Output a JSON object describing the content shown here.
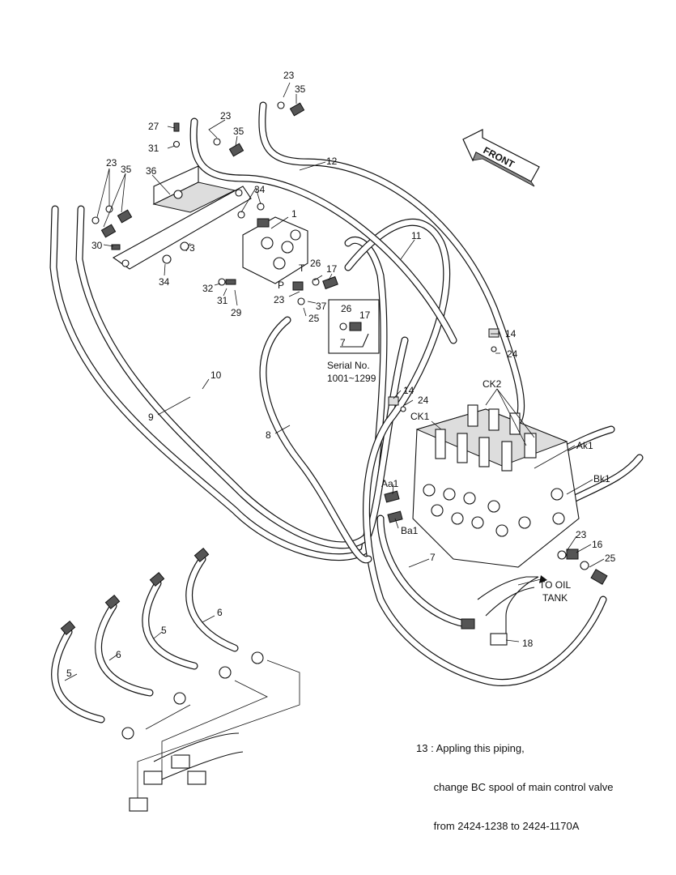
{
  "direction_arrow": {
    "label": "FRONT"
  },
  "callouts": {
    "p1": "1",
    "p3": "3",
    "p5a": "5",
    "p5b": "5",
    "p6a": "6",
    "p6b": "6",
    "p7a": "7",
    "p7b": "7",
    "p8": "8",
    "p9": "9",
    "p10": "10",
    "p11": "11",
    "p12": "12",
    "p14a": "14",
    "p14b": "14",
    "p16": "16",
    "p17a": "17",
    "p17b": "17",
    "p18": "18",
    "p23a": "23",
    "p23b": "23",
    "p23c": "23",
    "p23d": "23",
    "p23e": "23",
    "p24a": "24",
    "p24b": "24",
    "p25a": "25",
    "p25b": "25",
    "p26a": "26",
    "p26b": "26",
    "p27": "27",
    "p29": "29",
    "p30": "30",
    "p31a": "31",
    "p31b": "31",
    "p32": "32",
    "p34a": "34",
    "p34b": "34",
    "p35a": "35",
    "p35b": "35",
    "p35c": "35",
    "p36": "36",
    "p37": "37"
  },
  "port_labels": {
    "t": "T",
    "p": "P",
    "ck1": "CK1",
    "ck2": "CK2",
    "aa1": "Aa1",
    "ba1": "Ba1",
    "ak1": "Ak1",
    "bk1": "Bk1"
  },
  "serial_box": {
    "line1": "Serial No.",
    "line2": "1001~1299"
  },
  "oil_tank": {
    "line1": "TO OIL",
    "line2": "TANK"
  },
  "note": {
    "line1": "13 : Appling this piping,",
    "line2": "      change BC spool of main control valve",
    "line3": "      from 2424-1238 to 2424-1170A"
  }
}
